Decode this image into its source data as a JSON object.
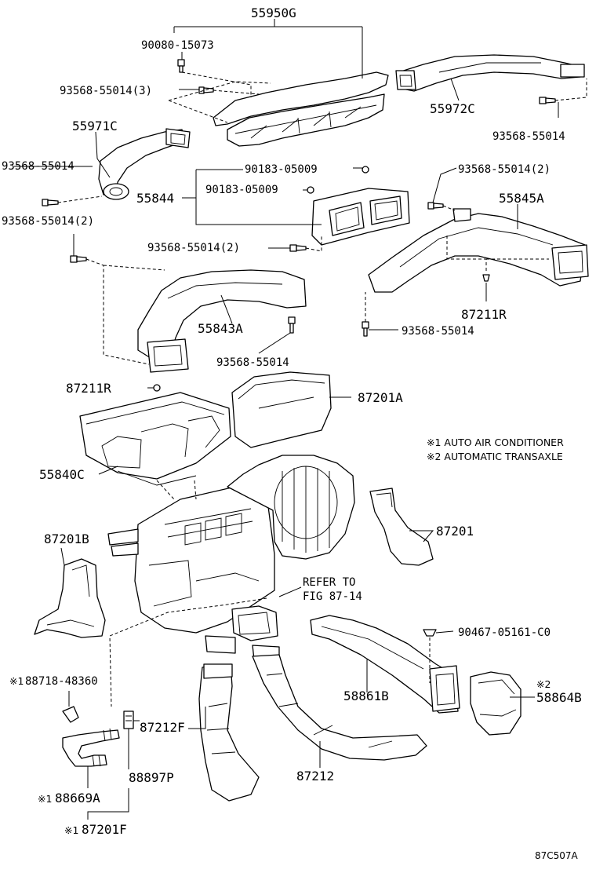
{
  "labels": {
    "p55950G": "55950G",
    "p90080_15073": "90080-15073",
    "p93568_55014_3": "93568-55014(3)",
    "p55972C": "55972C",
    "p93568_55014_tr": "93568-55014",
    "p55971C": "55971C",
    "p93568_55014_l": "93568-55014",
    "p90183_05009_a": "90183-05009",
    "p90183_05009_b": "90183-05009",
    "p55844": "55844",
    "p93568_55014_2r": "93568-55014(2)",
    "p55845A": "55845A",
    "p93568_55014_2l": "93568-55014(2)",
    "p93568_55014_2m": "93568-55014(2)",
    "p87211R_r": "87211R",
    "p93568_55014_r2": "93568-55014",
    "p55843A": "55843A",
    "p93568_55014_m": "93568-55014",
    "p87211R_l": "87211R",
    "p87201A": "87201A",
    "p55840C": "55840C",
    "p87201": "87201",
    "p87201B": "87201B",
    "refer1": "REFER TO",
    "refer2": "FIG 87-14",
    "p90467": "90467-05161-C0",
    "p88718": "88718-48360",
    "p87212F": "87212F",
    "p58861B": "58861B",
    "p58864B": "58864B",
    "p88897P": "88897P",
    "p87212": "87212",
    "p88669A": "88669A",
    "p87201F": "87201F",
    "mark1a": "※1",
    "mark1b": "※1",
    "mark1c": "※1",
    "mark2": "※2"
  },
  "notes": {
    "note1": "※1 AUTO AIR CONDITIONER",
    "note2": "※2 AUTOMATIC TRANSAXLE"
  },
  "figure_code": "87C507A"
}
